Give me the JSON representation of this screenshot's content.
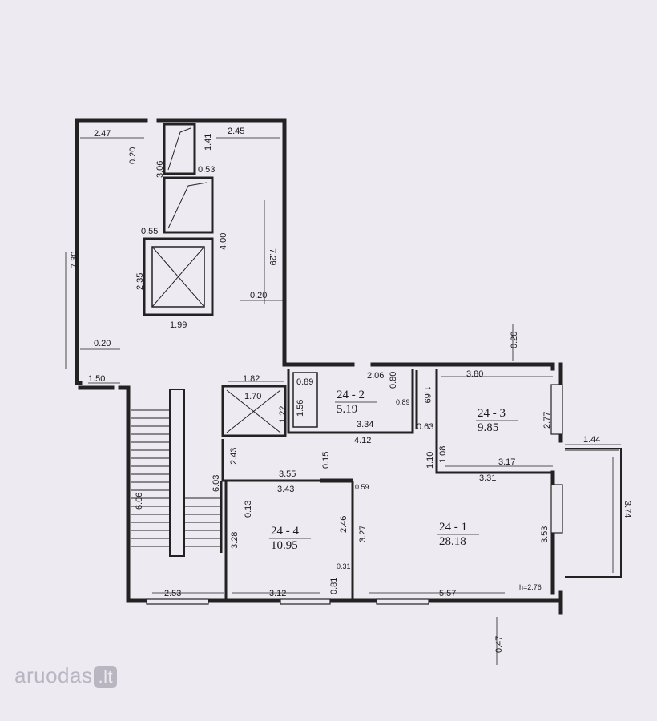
{
  "rooms": [
    {
      "id": "24 - 1",
      "area": "28.18"
    },
    {
      "id": "24 - 2",
      "area": "5.19"
    },
    {
      "id": "24 - 3",
      "area": "9.85"
    },
    {
      "id": "24 - 4",
      "area": "10.95"
    }
  ],
  "dimensions": {
    "d1": "2.47",
    "d2": "2.45",
    "d3": "0.20",
    "d4": "1.41",
    "d5": "3.06",
    "d6": "0.53",
    "d7": "0.55",
    "d8": "4.00",
    "d9": "7.30",
    "d10": "7.29",
    "d11": "2.35",
    "d12": "1.99",
    "d13": "0.20",
    "d14": "0.20",
    "d15": "1.50",
    "d16": "1.82",
    "d17": "1.70",
    "d18": "1.22",
    "d19": "1.56",
    "d20": "0.89",
    "d21": "2.06",
    "d22": "0.80",
    "d23": "0.89",
    "d24": "3.34",
    "d25": "4.12",
    "d26": "1.69",
    "d27": "0.63",
    "d28": "3.80",
    "d29": "2.77",
    "d30": "0.20",
    "d31": "1.10",
    "d32": "1.08",
    "d33": "3.17",
    "d34": "3.31",
    "d35": "1.44",
    "d36": "3.74",
    "d37": "2.43",
    "d38": "6.03",
    "d39": "6.06",
    "d40": "0.15",
    "d41": "3.55",
    "d42": "3.43",
    "d43": "0.59",
    "d44": "0.13",
    "d45": "3.28",
    "d46": "2.46",
    "d47": "3.27",
    "d48": "3.53",
    "d49": "0.31",
    "d50": "0.81",
    "d51": "2.53",
    "d52": "3.12",
    "d53": "5.57",
    "d54": "0.47"
  },
  "ceiling_height": "h=2.76",
  "watermark": {
    "name": "aruodas",
    "tld": ".lt"
  }
}
